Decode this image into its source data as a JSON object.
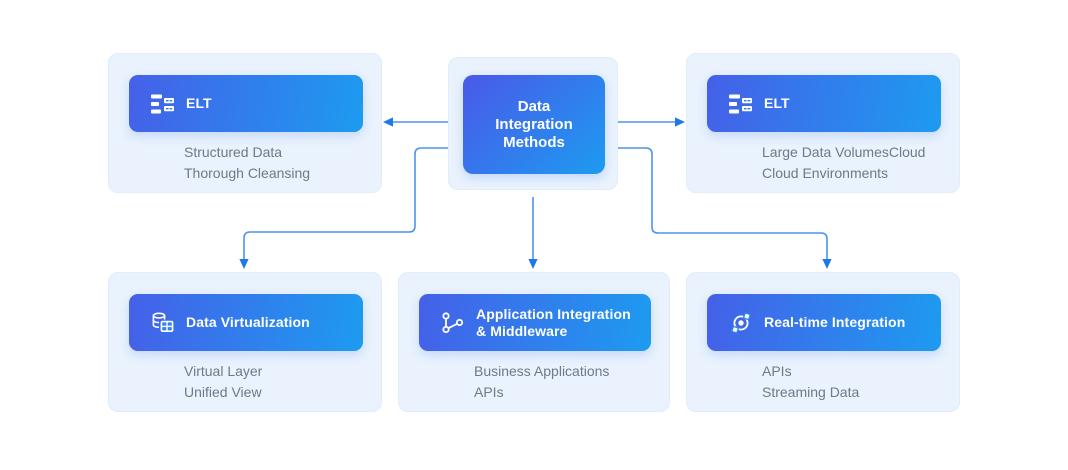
{
  "diagram": {
    "center": {
      "title": "Data Integration Methods"
    },
    "nodes": [
      {
        "title": "ELT",
        "icon": "elt-pipeline-icon",
        "details": [
          "Structured Data",
          "Thorough Cleansing"
        ]
      },
      {
        "title": "ELT",
        "icon": "elt-pipeline-icon",
        "details": [
          "Large Data VolumesCloud",
          "Cloud Environments"
        ]
      },
      {
        "title": "Data Virtualization",
        "icon": "database-table-icon",
        "details": [
          "Virtual Layer",
          "Unified View"
        ]
      },
      {
        "title": "Application Integration & Middleware",
        "icon": "connected-nodes-icon",
        "details": [
          "Business Applications",
          "APIs"
        ]
      },
      {
        "title": "Real-time Integration",
        "icon": "realtime-sync-icon",
        "details": [
          "APIs",
          "Streaming Data"
        ]
      }
    ],
    "colors": {
      "card_background": "#e9f2fd",
      "pill_gradient_start": "#4560e8",
      "pill_gradient_end": "#1d9bf0",
      "connector_line": "#4d94ef",
      "arrowhead": "#1f78e8",
      "detail_text": "#6e7a87",
      "title_text": "#ffffff"
    }
  }
}
